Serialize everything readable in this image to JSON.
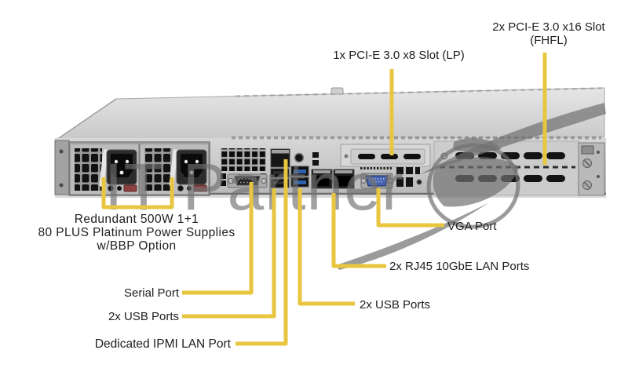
{
  "watermark": {
    "text": "IT Partner"
  },
  "callouts": {
    "pcie_lp": {
      "label": "1x PCI-E 3.0 x8 Slot (LP)"
    },
    "pcie_x16": {
      "line1": "2x PCI-E 3.0 x16 Slot",
      "line2": "(FHFL)"
    },
    "psu": {
      "line1": "Redundant 500W 1+1",
      "line2": "80 PLUS Platinum Power Supplies",
      "line3": "w/BBP Option"
    },
    "serial": {
      "label": "Serial Port"
    },
    "usb_left": {
      "label": "2x USB Ports"
    },
    "ipmi": {
      "label": "Dedicated IPMI LAN Port"
    },
    "vga": {
      "label": "VGA Port"
    },
    "lan": {
      "label": "2x RJ45 10GbE LAN Ports"
    },
    "usb_right": {
      "label": "2x USB Ports"
    }
  },
  "colors": {
    "callout_line": "#e8c63f",
    "label_text": "#202020",
    "watermark_gray": "#707070",
    "usb3_blue": "#2e62b0",
    "vga_blue": "#4563ae",
    "chassis_gray": "#c8c8c8"
  }
}
